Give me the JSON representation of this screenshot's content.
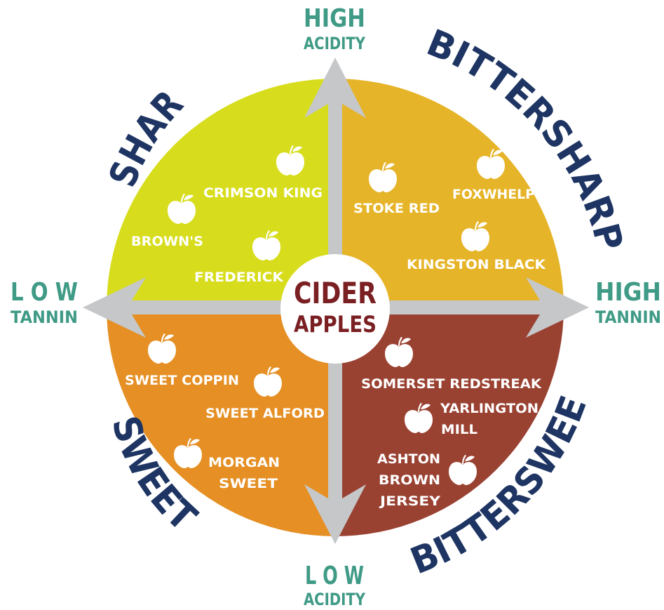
{
  "center": {
    "line1": "CIDER",
    "line2": "APPLES"
  },
  "axes": {
    "top": {
      "line1": "HIGH",
      "line2": "ACIDITY"
    },
    "bottom": {
      "line1": "L O W",
      "line2": "ACIDITY"
    },
    "left": {
      "line1": "L O W",
      "line2": "TANNIN"
    },
    "right": {
      "line1": "HIGH",
      "line2": "TANNIN"
    }
  },
  "quadrants": {
    "sharp": {
      "title": "SHARP",
      "color": "#d7dd1c",
      "apples": [
        "CRIMSON KING",
        "BROWN'S",
        "FREDERICK"
      ]
    },
    "bittersharp": {
      "title": "BITTERSHARP",
      "color": "#e6b428",
      "apples": [
        "STOKE RED",
        "FOXWHELP",
        "KINGSTON BLACK"
      ]
    },
    "sweet": {
      "title": "SWEET",
      "color": "#e58f24",
      "apples": [
        "SWEET COPPIN",
        "SWEET ALFORD",
        "MORGAN",
        "SWEET"
      ]
    },
    "bittersweet": {
      "title": "BITTERSWEET",
      "color": "#9a4232",
      "apples": [
        "SOMERSET REDSTREAK",
        "YARLINGTON",
        "MILL",
        "ASHTON",
        "BROWN",
        "JERSEY"
      ]
    }
  },
  "colors": {
    "arrow": "#c5c7c9",
    "title_text": "#1e3563",
    "axis_text": "#3f9a86",
    "center_text": "#7a1f22"
  },
  "icons": [
    "apple-icon",
    "arrow-up-icon",
    "arrow-down-icon",
    "arrow-left-icon",
    "arrow-right-icon"
  ]
}
